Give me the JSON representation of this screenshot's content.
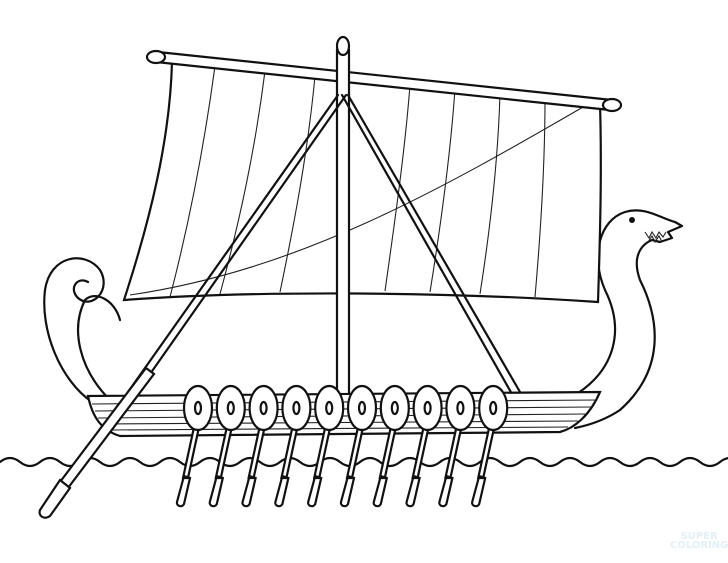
{
  "image": {
    "subject": "viking-longship-coloring-page",
    "stroke_color": "#111111",
    "background_color": "#ffffff",
    "shield_count": 10
  },
  "watermark": {
    "line1": "SUPER",
    "line2": "COLORING"
  }
}
